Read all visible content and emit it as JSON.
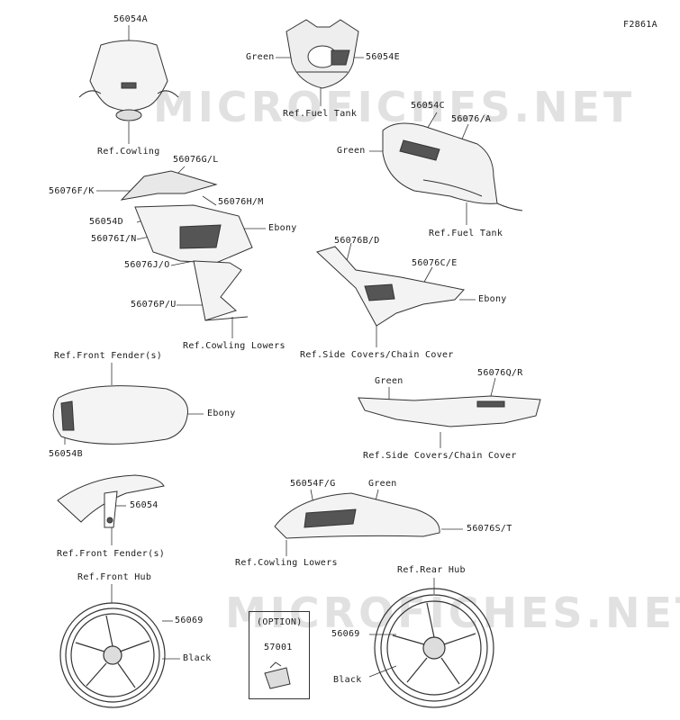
{
  "figure_code": "F2861A",
  "watermark": "MICROFICHES.NET",
  "colors": {
    "line": "#333333",
    "fill_light": "#f2f2f2",
    "fill_dark": "#555555",
    "watermark": "#c9c9c9"
  },
  "option_box": {
    "title": "(OPTION)",
    "part": "57001"
  },
  "labels": {
    "l56054A": "56054A",
    "ref_cowling": "Ref.Cowling",
    "green_top": "Green",
    "l56054E": "56054E",
    "ref_fuel_tank_1": "Ref.Fuel Tank",
    "l56054C": "56054C",
    "l56076A": "56076/A",
    "green_tank": "Green",
    "ref_fuel_tank_2": "Ref.Fuel Tank",
    "l56076GL": "56076G/L",
    "l56076FK": "56076F/K",
    "l56076HM": "56076H/M",
    "l56054D": "56054D",
    "ebony_cowl": "Ebony",
    "l56076IN": "56076I/N",
    "l56076JO": "56076J/O",
    "l56076PU": "56076P/U",
    "ref_cowling_lowers_1": "Ref.Cowling Lowers",
    "l56076BD": "56076B/D",
    "l56076CE": "56076C/E",
    "ebony_side": "Ebony",
    "ref_side_covers_1": "Ref.Side Covers/Chain Cover",
    "ref_front_fender_1": "Ref.Front Fender(s)",
    "ebony_fender": "Ebony",
    "l56054B": "56054B",
    "green_tail": "Green",
    "l56076QR": "56076Q/R",
    "ref_side_covers_2": "Ref.Side Covers/Chain Cover",
    "l56054": "56054",
    "ref_front_fender_2": "Ref.Front Fender(s)",
    "l56054FG": "56054F/G",
    "green_lower": "Green",
    "l56076ST": "56076S/T",
    "ref_cowling_lowers_2": "Ref.Cowling Lowers",
    "ref_front_hub": "Ref.Front Hub",
    "l56069_front": "56069",
    "black_front": "Black",
    "ref_rear_hub": "Ref.Rear Hub",
    "l56069_rear": "56069",
    "black_rear": "Black"
  }
}
